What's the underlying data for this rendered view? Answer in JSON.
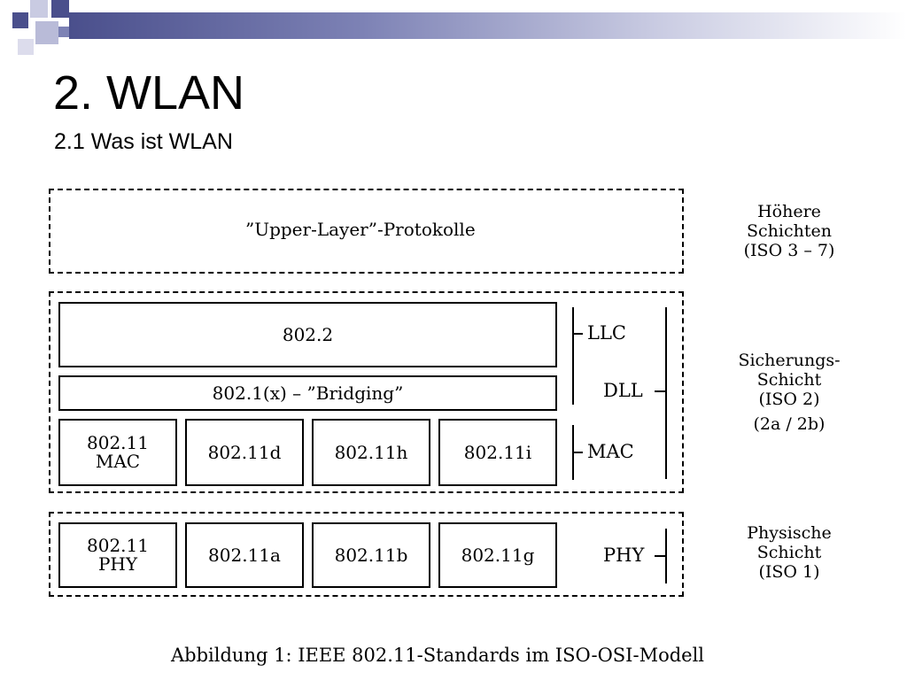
{
  "header": {
    "title": "2. WLAN",
    "subtitle": "2.1 Was ist WLAN",
    "accent_dark": "#4a4f8c",
    "accent_light": "#c9cbe2"
  },
  "diagram": {
    "upper": {
      "label": "”Upper-Layer”-Protokolle"
    },
    "dll": {
      "box_8022": "802.2",
      "box_bridging": "802.1(x) – ”Bridging”",
      "mac_boxes": [
        {
          "line1": "802.11",
          "line2": "MAC"
        },
        {
          "line1": "802.11d",
          "line2": ""
        },
        {
          "line1": "802.11h",
          "line2": ""
        },
        {
          "line1": "802.11i",
          "line2": ""
        }
      ],
      "label_llc": "LLC",
      "label_dll": "DLL",
      "label_mac": "MAC"
    },
    "phy": {
      "boxes": [
        {
          "line1": "802.11",
          "line2": "PHY"
        },
        {
          "line1": "802.11a",
          "line2": ""
        },
        {
          "line1": "802.11b",
          "line2": ""
        },
        {
          "line1": "802.11g",
          "line2": ""
        }
      ],
      "label_phy": "PHY"
    },
    "side_labels": {
      "upper": [
        "Höhere",
        "Schichten",
        "(ISO 3 – 7)"
      ],
      "dll": [
        "Sicherungs-",
        "Schicht",
        "(ISO 2)",
        "(2a / 2b)"
      ],
      "phy": [
        "Physische",
        "Schicht",
        "(ISO 1)"
      ]
    },
    "caption": "Abbildung 1: IEEE 802.11-Standards im ISO-OSI-Modell"
  }
}
